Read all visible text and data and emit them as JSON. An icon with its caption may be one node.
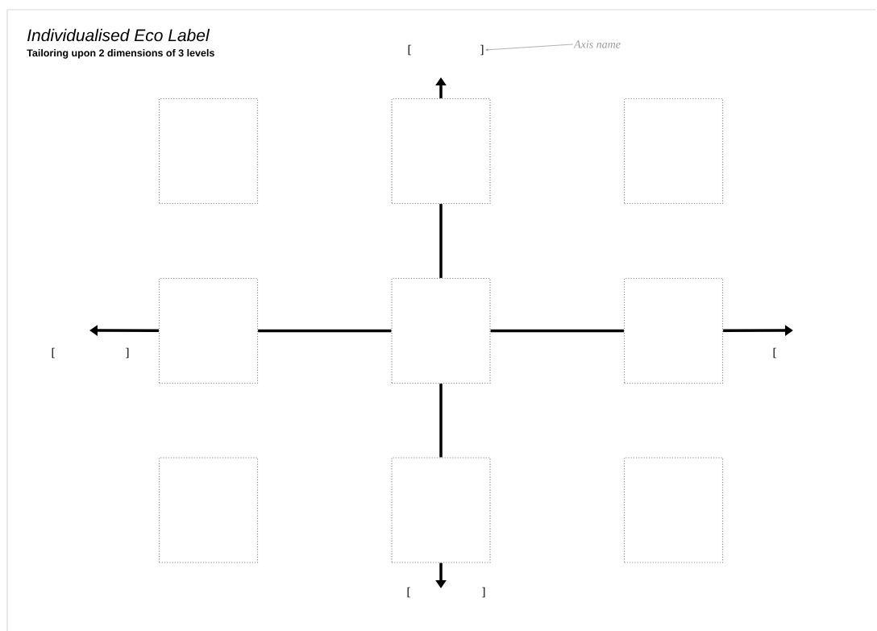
{
  "diagram": {
    "title": "Individualised Eco Label",
    "caption": "Tailoring upon 2 dimensions of 3 levels",
    "nodes": [
      {
        "text": [
          "[",
          "]"
        ]
      },
      {
        "text": [
          "Axis name"
        ]
      },
      {
        "text": [],
        "shape": "box"
      },
      {
        "text": [],
        "shape": "box"
      },
      {
        "text": [],
        "shape": "box"
      },
      {
        "text": [],
        "shape": "box"
      },
      {
        "text": [],
        "shape": "box"
      },
      {
        "text": [],
        "shape": "box"
      },
      {
        "text": [],
        "shape": "box"
      },
      {
        "text": [],
        "shape": "box"
      },
      {
        "text": [],
        "shape": "box"
      }
    ],
    "edges": [
      {
        "from": 1,
        "to": 0,
        "arrow": "to",
        "color": "#a0a0a0"
      },
      {
        "from": 3,
        "to": null,
        "arrow": "to"
      },
      {
        "from": 6,
        "to": 3,
        "arrow": "none"
      },
      {
        "from": 5,
        "to": null,
        "arrow": "to"
      },
      {
        "from": 6,
        "to": 5,
        "arrow": "none"
      },
      {
        "from": 6,
        "to": 7,
        "arrow": "none"
      },
      {
        "from": 7,
        "to": null,
        "arrow": "to"
      },
      {
        "from": 6,
        "to": 9,
        "arrow": "none"
      },
      {
        "from": 9,
        "to": null,
        "arrow": "to"
      }
    ],
    "labels": [
      "[",
      "]",
      "[",
      "[",
      "]"
    ]
  }
}
